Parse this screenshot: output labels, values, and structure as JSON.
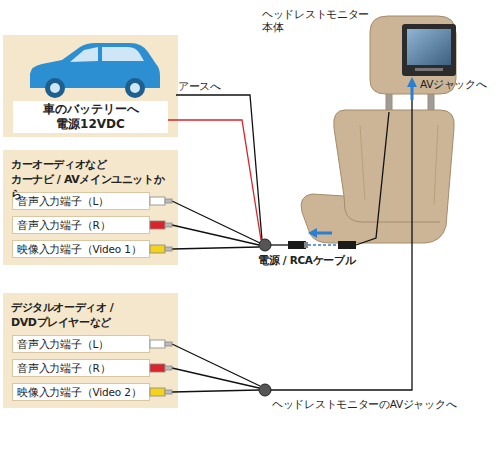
{
  "diagram": {
    "nodes": [
      {
        "text": [
          "車のバッテリーへ 電源12VDC"
        ]
      },
      {
        "text": [
          "カーオーディオなど カーナビ / AVメインユニットから"
        ]
      },
      {
        "text": [
          "音声入力端子（L）"
        ],
        "in": 1
      },
      {
        "text": [
          "音声入力端子（R）"
        ],
        "in": 1
      },
      {
        "text": [
          "映像入力端子（Video 1）"
        ],
        "in": 1
      },
      {
        "text": [
          "デジタルオーディオ / DVDプレイヤーなど"
        ]
      },
      {
        "text": [
          "音声入力端子（L）"
        ],
        "in": 5
      },
      {
        "text": [
          "音声入力端子（R）"
        ],
        "in": 5
      },
      {
        "text": [
          "映像入力端子（Video 2）"
        ],
        "in": 5
      }
    ],
    "labels": [
      "アースへ",
      "ヘッドレストモニター 本体",
      "AVジャックへ",
      "電源 / RCAケーブル",
      "ヘッドレストモニターのAVジャックへ"
    ]
  }
}
